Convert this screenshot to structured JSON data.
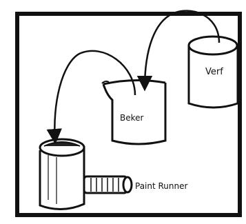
{
  "labels": {
    "verf": "Verf",
    "beker": "Beker",
    "roller": "Paint Runner"
  },
  "colors": {
    "ink": "#111111",
    "background": "#ffffff"
  }
}
